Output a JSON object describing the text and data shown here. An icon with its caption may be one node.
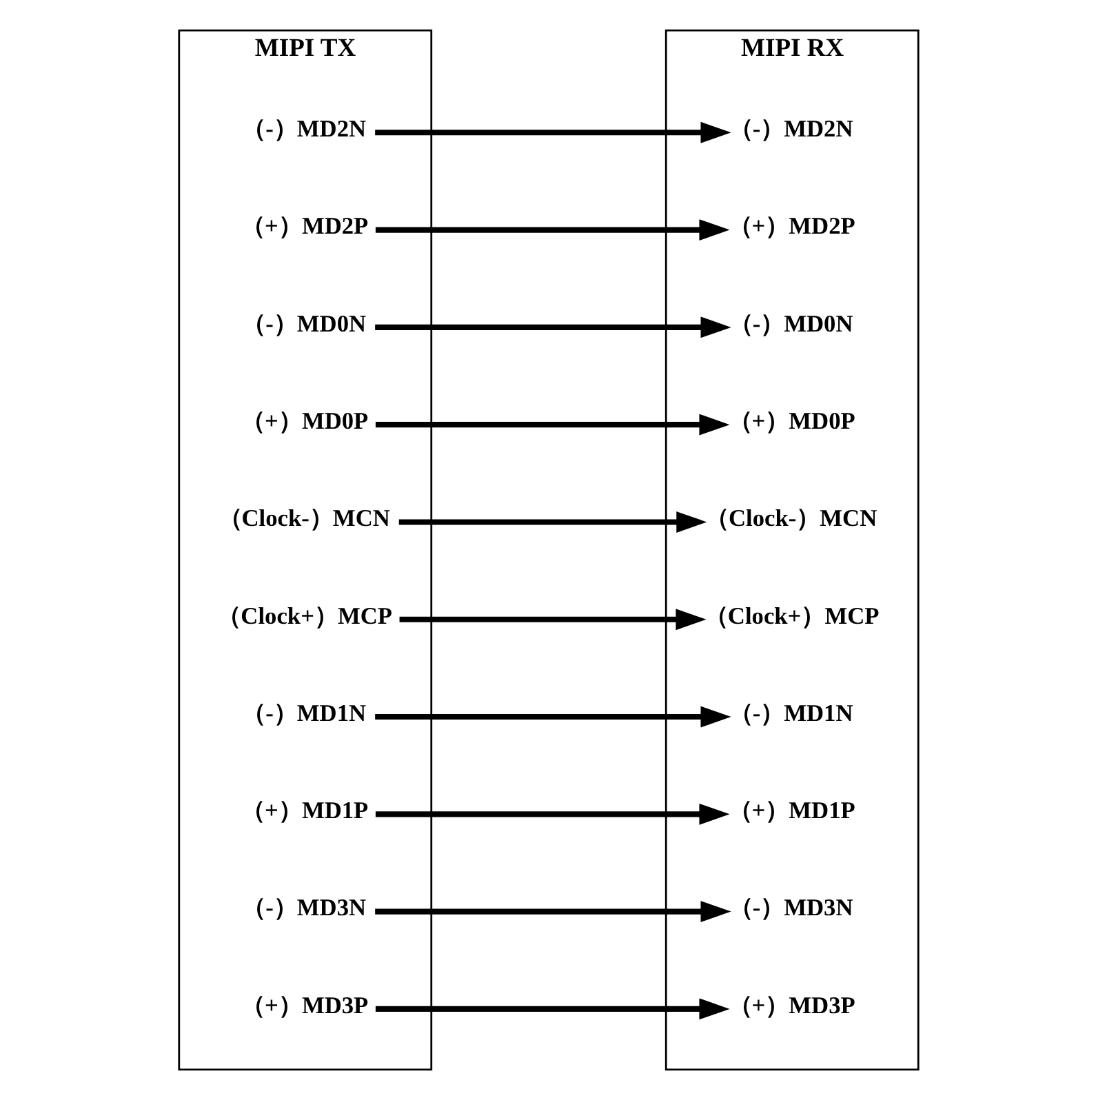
{
  "diagram": {
    "nodes": [
      {
        "text": [
          "MIPI TX"
        ]
      },
      {
        "text": [
          "（-）MD2N"
        ],
        "in": 0
      },
      {
        "text": [
          "（+）MD2P"
        ],
        "in": 0
      },
      {
        "text": [
          "（-）MD0N"
        ],
        "in": 0
      },
      {
        "text": [
          "（+）MD0P"
        ],
        "in": 0
      },
      {
        "text": [
          "（Clock-）MCN"
        ],
        "in": 0
      },
      {
        "text": [
          "（Clock+）MCP"
        ],
        "in": 0
      },
      {
        "text": [
          "（-）MD1N"
        ],
        "in": 0
      },
      {
        "text": [
          "（+）MD1P"
        ],
        "in": 0
      },
      {
        "text": [
          "（-）MD3N"
        ],
        "in": 0
      },
      {
        "text": [
          "（+）MD3P"
        ],
        "in": 0
      },
      {
        "text": [
          "MIPI RX"
        ]
      },
      {
        "text": [
          "（-）MD2N"
        ],
        "in": 11
      },
      {
        "text": [
          "（+）MD2P"
        ],
        "in": 11
      },
      {
        "text": [
          "（-）MD0N"
        ],
        "in": 11
      },
      {
        "text": [
          "（+）MD0P"
        ],
        "in": 11
      },
      {
        "text": [
          "（Clock-）MCN"
        ],
        "in": 11
      },
      {
        "text": [
          "（Clock+）MCP"
        ],
        "in": 11
      },
      {
        "text": [
          "（-）MD1N"
        ],
        "in": 11
      },
      {
        "text": [
          "（+）MD1P"
        ],
        "in": 11
      },
      {
        "text": [
          "（-）MD3N"
        ],
        "in": 11
      },
      {
        "text": [
          "（+）MD3P"
        ],
        "in": 11
      }
    ],
    "edges": [
      {
        "from": 1,
        "to": 12,
        "arrow": "to"
      },
      {
        "from": 2,
        "to": 13,
        "arrow": "to"
      },
      {
        "from": 3,
        "to": 14,
        "arrow": "to"
      },
      {
        "from": 4,
        "to": 15,
        "arrow": "to"
      },
      {
        "from": 5,
        "to": 16,
        "arrow": "to"
      },
      {
        "from": 6,
        "to": 17,
        "arrow": "to"
      },
      {
        "from": 7,
        "to": 18,
        "arrow": "to"
      },
      {
        "from": 8,
        "to": 19,
        "arrow": "to"
      },
      {
        "from": 9,
        "to": 20,
        "arrow": "to"
      },
      {
        "from": 10,
        "to": 21,
        "arrow": "to"
      }
    ]
  }
}
